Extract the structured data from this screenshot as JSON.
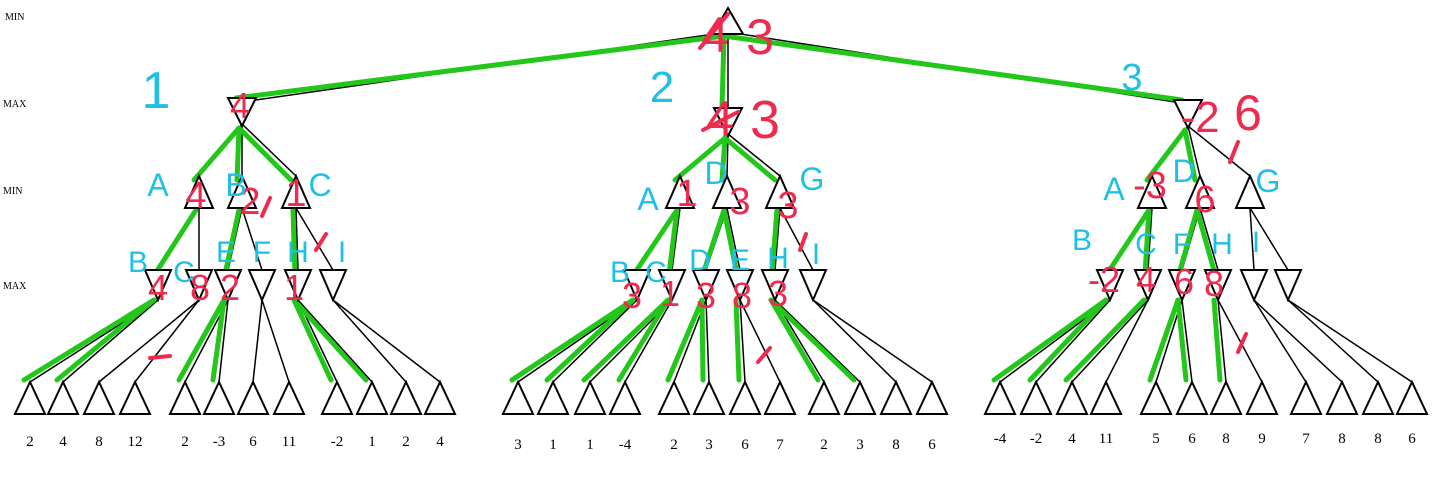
{
  "levels": [
    "MIN",
    "MAX",
    "MIN",
    "MAX"
  ],
  "leaf_values": [
    [
      "2",
      "4",
      "8",
      "12",
      "2",
      "-3",
      "6",
      "11",
      "-2",
      "1",
      "2",
      "4"
    ],
    [
      "3",
      "1",
      "1",
      "-4",
      "2",
      "3",
      "6",
      "7",
      "2",
      "3",
      "8",
      "6"
    ],
    [
      "-4",
      "-2",
      "4",
      "11",
      "5",
      "6",
      "8",
      "9",
      "7",
      "8",
      "8",
      "6"
    ]
  ],
  "annotations": {
    "root": [
      "4",
      "3"
    ],
    "max1": [
      "4"
    ],
    "max2": [
      "4",
      "3"
    ],
    "max3": [
      "-2",
      "6"
    ],
    "min_nodes": [
      "4",
      "2",
      "1",
      "1",
      "3",
      "3",
      "-3",
      "6"
    ],
    "max_nodes": [
      "4",
      "8",
      "2",
      "1",
      "3",
      "1",
      "3",
      "8",
      "3",
      "-2",
      "4",
      "6",
      "8"
    ],
    "order": [
      "1",
      "2",
      "3"
    ],
    "letters_min": [
      "A",
      "B",
      "C",
      "A",
      "D",
      "G",
      "A",
      "D",
      "G"
    ],
    "letters_max": [
      "B",
      "C",
      "E",
      "F",
      "H",
      "I",
      "B",
      "C",
      "D",
      "E",
      "H",
      "I",
      "B",
      "C",
      "F",
      "H",
      "I"
    ]
  },
  "colors": {
    "highlight": "#22c71a",
    "annotation_red": "#ee2a4e",
    "annotation_blue": "#1fc0e6"
  }
}
